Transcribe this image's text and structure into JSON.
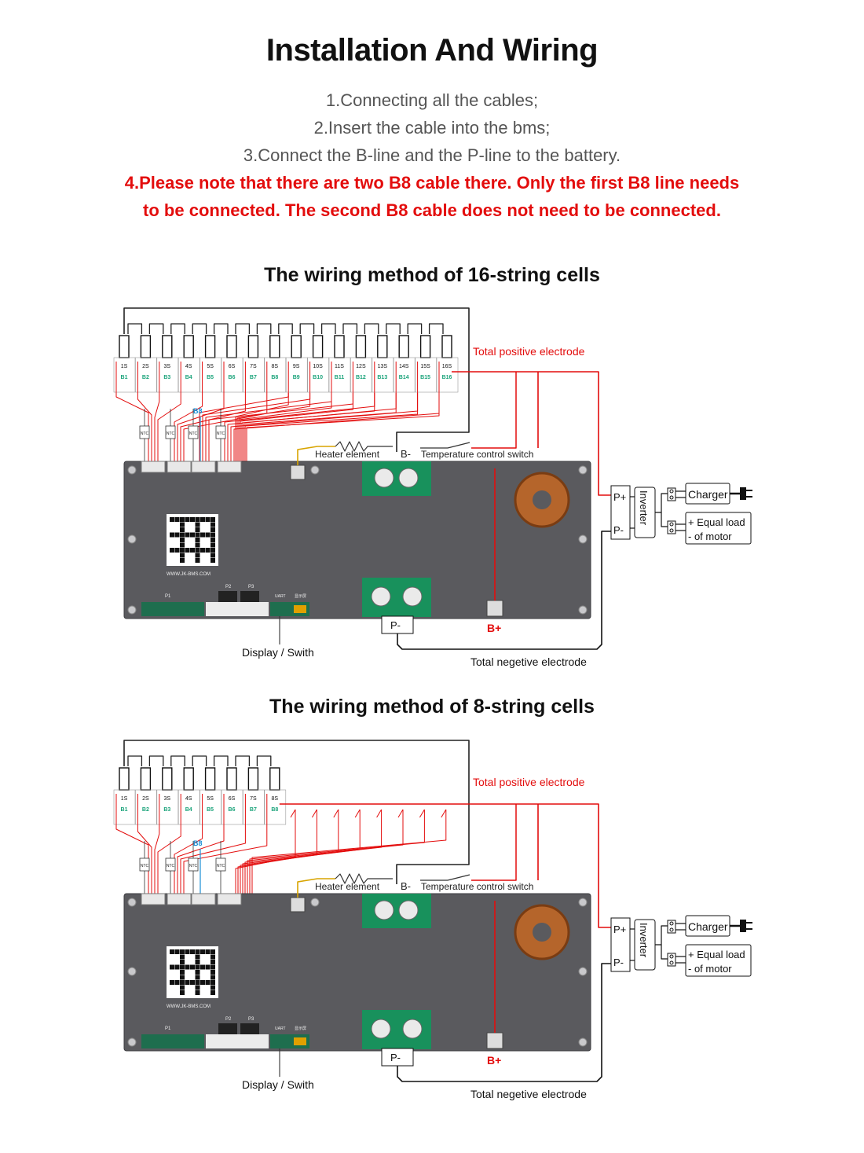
{
  "header": {
    "title": "Installation And Wiring",
    "steps": [
      "1.Connecting all the cables;",
      "2.Insert the cable into the bms;",
      "3.Connect the B-line and the P-line to the battery."
    ],
    "note_line1": "4.Please note that there are two B8 cable  there. Only the first B8 line needs",
    "note_line2": "to be connected. The second B8 cable  does not need to be connected."
  },
  "colors": {
    "accent_red": "#e30d0d",
    "board": "#5a5a5e",
    "sense_green": "#1aa37a",
    "b8_blue": "#1a8fd6"
  },
  "diagram16": {
    "title": "The wiring method of 16-string cells",
    "cells": [
      "1S",
      "2S",
      "3S",
      "4S",
      "5S",
      "6S",
      "7S",
      "8S",
      "9S",
      "10S",
      "11S",
      "12S",
      "13S",
      "14S",
      "15S",
      "16S"
    ],
    "b_labels": [
      "B1",
      "B2",
      "B3",
      "B4",
      "B5",
      "B6",
      "B7",
      "B8",
      "B9",
      "B10",
      "B11",
      "B12",
      "B13",
      "B14",
      "B15",
      "B16"
    ]
  },
  "diagram8": {
    "title": "The wiring method of 8-string cells",
    "cells": [
      "1S",
      "2S",
      "3S",
      "4S",
      "5S",
      "6S",
      "7S",
      "8S"
    ],
    "b_labels": [
      "B1",
      "B2",
      "B3",
      "B4",
      "B5",
      "B6",
      "B7",
      "B8"
    ]
  },
  "labels": {
    "total_positive": "Total positive electrode",
    "total_negative": "Total negetive electrode",
    "heater": "Heater element",
    "b_minus": "B-",
    "temp_switch": "Temperature control switch",
    "p_plus": "P+",
    "p_minus": "P-",
    "inverter": "Inverter",
    "charger": "Charger",
    "equal_load_1": "+ Equal load",
    "equal_load_2": "- of motor",
    "display": "Display / Swith",
    "b_plus": "B+",
    "b8": "B8",
    "ntc": "NTC",
    "website": "WWW.JK-BMS.COM",
    "p1": "P1",
    "p2": "P2",
    "p3": "P3",
    "uart": "UART",
    "display_cn": "显示屏"
  }
}
